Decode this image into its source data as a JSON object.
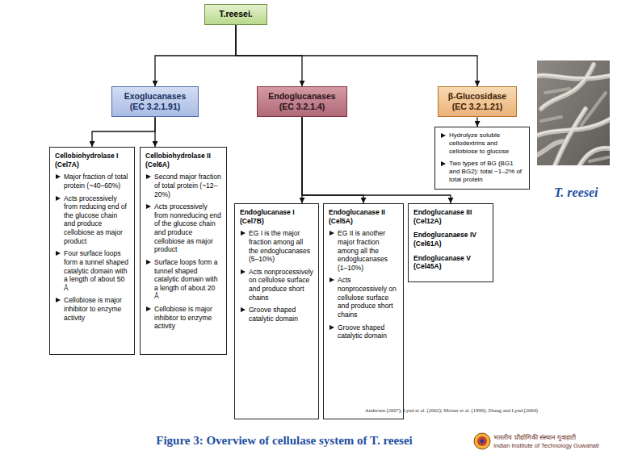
{
  "diagram": {
    "caption": "Figure 3: Overview of cellulase system of T. reesei",
    "nodes": [
      {
        "text": [
          "T.reesei."
        ]
      },
      {
        "text": [
          "Exoglucanases",
          "(EC 3.2.1.91)"
        ]
      },
      {
        "text": [
          "Endoglucanases",
          "(EC 3.2.1.4)"
        ]
      },
      {
        "text": [
          "β-Glucosidase",
          "(EC 3.2.1.21)"
        ]
      },
      {
        "text": [
          "Hydrolyze soluble cellodextrins and cellobiose to glucose",
          "Two types of BG (BG1 and BG2): total ~1–2% of total protein"
        ]
      },
      {
        "text": [
          "Cellobiohydrolase I (Cel7A)",
          "Major fraction of total protein (~40–60%)",
          "Acts processively from reducing end of the glucose chain and produce cellobiose as major product",
          "Four surface loops form a tunnel shaped catalytic domain with a length of about 50 Å",
          "Cellobiose is major inhibitor to enzyme activity"
        ]
      },
      {
        "text": [
          "Cellobiohydrolase II (Cel6A)",
          "Second major fraction of total protein (~12–20%)",
          "Acts processively from nonreducing end of the glucose chain and produce cellobiose as major product",
          "Surface loops form a tunnel shaped catalytic domain with a length of about 20 Å",
          "Cellobiose is major inhibitor to enzyme activity"
        ]
      },
      {
        "text": [
          "Endoglucanase I (Cel7B)",
          "EG I is the major fraction among all the endoglucanases (5–10%)",
          "Acts nonprocessively on cellulose surface and produce short chains",
          "Groove shaped catalytic domain"
        ]
      },
      {
        "text": [
          "Endoglucanase II (Cel5A)",
          "EG II is another major fraction among all the endoglucanases (1–10%)",
          "Acts nonprocessively on cellulose surface and produce short chains",
          "Groove shaped catalytic domain"
        ]
      },
      {
        "text": [
          "Endoglucanase III (Cel12A)",
          "Endoglucanaese IV (Cel61A)",
          "Endoglucanase V (Cel45A)"
        ]
      }
    ],
    "edges": [
      {
        "from": 0,
        "to": 1,
        "arrow": "to"
      },
      {
        "from": 0,
        "to": 2,
        "arrow": "to"
      },
      {
        "from": 0,
        "to": 3,
        "arrow": "to"
      },
      {
        "from": 3,
        "to": 4,
        "arrow": "to"
      },
      {
        "from": 1,
        "to": 5,
        "arrow": "to"
      },
      {
        "from": 1,
        "to": 6,
        "arrow": "to"
      },
      {
        "from": 2,
        "to": 7,
        "arrow": "to"
      },
      {
        "from": 2,
        "to": 8,
        "arrow": "to"
      },
      {
        "from": 2,
        "to": 9,
        "arrow": "to"
      }
    ],
    "labels": [
      "T. reesei",
      "Andersen (2007); Lynd et al. (2002); Moiser et al. (1999); Zhang and Lynd (2004)",
      "भारतीय प्रौद्योगिकी संस्थान गुवाहाटी",
      "Indian Institute of Technology Guwahati"
    ]
  }
}
